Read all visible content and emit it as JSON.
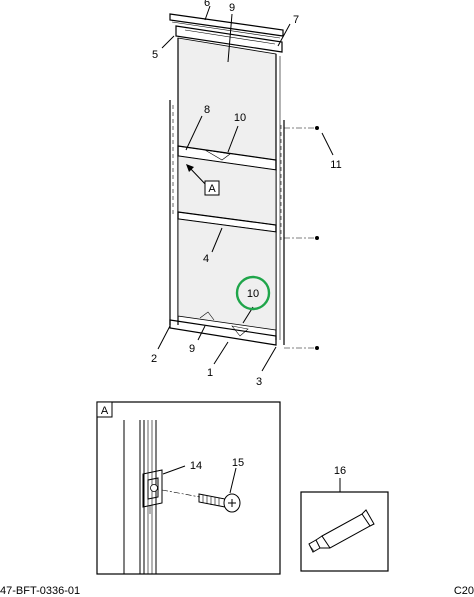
{
  "callouts": {
    "c1": "1",
    "c2": "2",
    "c3": "3",
    "c4": "4",
    "c5": "5",
    "c6": "6",
    "c7": "7",
    "c8": "8",
    "c9_top": "9",
    "c9_bottom": "9",
    "c10_upper": "10",
    "c10_circled": "10",
    "c11": "11",
    "c14": "14",
    "c15": "15",
    "c16": "16"
  },
  "detail_ref": "A",
  "detail_box_label": "A",
  "footer_left": "47-BFT-0336-01",
  "footer_right": "C20",
  "highlight_color": "#1fa54a"
}
